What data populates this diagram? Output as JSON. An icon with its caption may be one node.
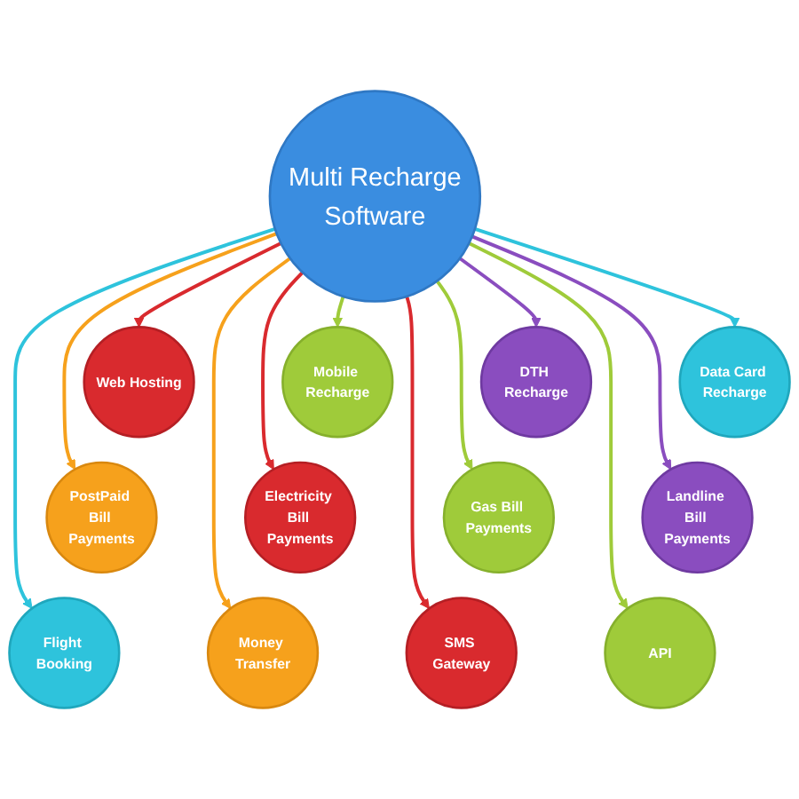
{
  "diagram": {
    "nodes": [
      {
        "text": [
          "Multi Recharge Software"
        ]
      },
      {
        "text": [
          "Web Hosting"
        ]
      },
      {
        "text": [
          "Mobile Recharge"
        ]
      },
      {
        "text": [
          "DTH Recharge"
        ]
      },
      {
        "text": [
          "Data Card Recharge"
        ]
      },
      {
        "text": [
          "PostPaid Bill Payments"
        ]
      },
      {
        "text": [
          "Electricity Bill Payments"
        ]
      },
      {
        "text": [
          "Gas Bill Payments"
        ]
      },
      {
        "text": [
          "Landline Bill Payments"
        ]
      },
      {
        "text": [
          "Flight Booking"
        ]
      },
      {
        "text": [
          "Money Transfer"
        ]
      },
      {
        "text": [
          "SMS Gateway"
        ]
      },
      {
        "text": [
          "API"
        ]
      }
    ],
    "edges": [
      {
        "from": 0,
        "to": 1,
        "arrow": "to",
        "color": "#d92a2e"
      },
      {
        "from": 0,
        "to": 2,
        "arrow": "to",
        "color": "#9fcb3a"
      },
      {
        "from": 0,
        "to": 3,
        "arrow": "to",
        "color": "#8a4dbf"
      },
      {
        "from": 0,
        "to": 4,
        "arrow": "to",
        "color": "#2ec3dc"
      },
      {
        "from": 0,
        "to": 5,
        "arrow": "to",
        "color": "#f6a11c"
      },
      {
        "from": 0,
        "to": 6,
        "arrow": "to",
        "color": "#d92a2e"
      },
      {
        "from": 0,
        "to": 7,
        "arrow": "to",
        "color": "#9fcb3a"
      },
      {
        "from": 0,
        "to": 8,
        "arrow": "to",
        "color": "#8a4dbf"
      },
      {
        "from": 0,
        "to": 9,
        "arrow": "to",
        "color": "#2ec3dc"
      },
      {
        "from": 0,
        "to": 10,
        "arrow": "to",
        "color": "#f6a11c"
      },
      {
        "from": 0,
        "to": 11,
        "arrow": "to",
        "color": "#d92a2e"
      },
      {
        "from": 0,
        "to": 12,
        "arrow": "to",
        "color": "#9fcb3a"
      }
    ]
  }
}
